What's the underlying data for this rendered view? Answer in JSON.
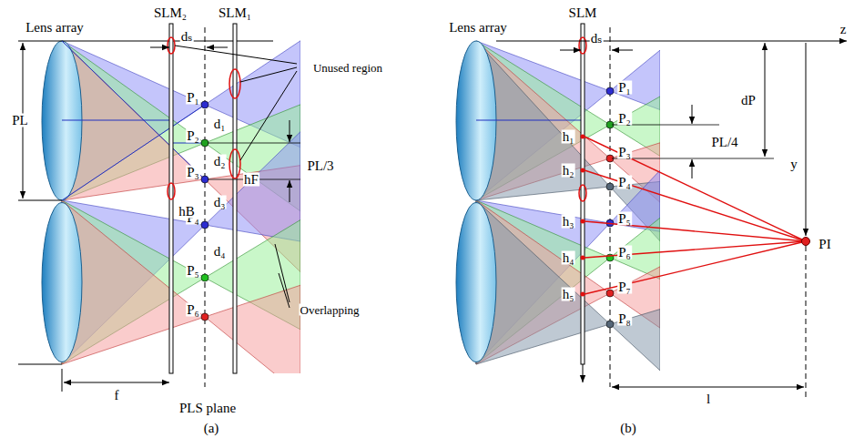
{
  "diagram": {
    "labels": [
      "SLM₂",
      "SLM₁",
      "Lens array",
      "dₛ",
      "Unused region",
      "PL",
      "P₁",
      "P₂",
      "P₃",
      "P₄",
      "P₅",
      "P₆",
      "d₁",
      "d₂",
      "d₃",
      "d₄",
      "hF",
      "hB",
      "PL/3",
      "Overlapping",
      "f",
      "PLS plane",
      "(a)",
      "Lens array",
      "SLM",
      "dₛ",
      "z",
      "dP",
      "PL/4",
      "y",
      "h₁",
      "h₂",
      "h₃",
      "h₄",
      "h₅",
      "P₁",
      "P₂",
      "P₃",
      "P₄",
      "P₅",
      "P₆",
      "P₇",
      "P₈",
      "PI",
      "l",
      "(b)"
    ]
  }
}
